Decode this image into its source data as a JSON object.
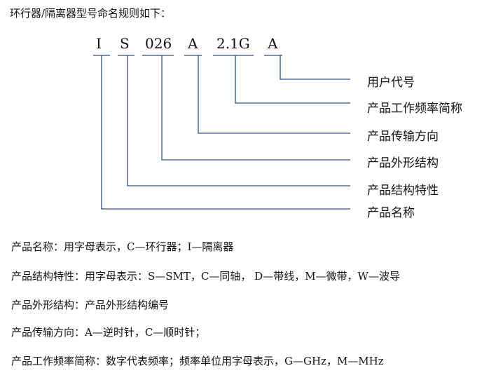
{
  "title": "环行器/隔离器型号命名规则如下：",
  "code_parts": [
    "I",
    "S",
    "026",
    "A",
    "2.1G",
    "A"
  ],
  "labels": [
    "用户代号",
    "产品工作频率简称",
    "产品传输方向",
    "产品外形结构",
    "产品结构特性",
    "产品名称"
  ],
  "descriptions": [
    "产品名称：用字母表示，C—环行器；I—隔离器",
    "产品结构特性：用字母表示：S—SMT，C—同轴， D—带线，M—微带，W—波导",
    "产品外形结构：产品外形结构编号",
    "产品传输方向：A—逆时针，C—顺时针；",
    "产品工作频率简称：数字代表频率；频率单位用字母表示，G—GHz，M—MHz"
  ],
  "line_color": "#2f4f86"
}
